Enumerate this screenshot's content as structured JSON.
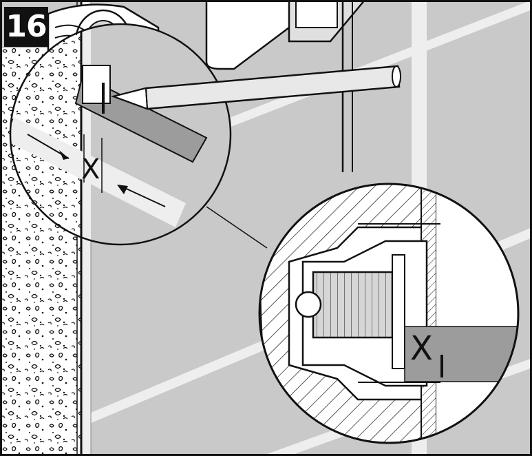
{
  "figure": {
    "step_number": "16",
    "measurement_label_small": "X",
    "measurement_label_large": "X"
  },
  "colors": {
    "wall_tile": "#c9c9c9",
    "grout": "#eeeeee",
    "outline": "#111111",
    "trim_gray": "#9c9c9c",
    "pencil": "#e8e8e8",
    "background": "#ffffff"
  }
}
